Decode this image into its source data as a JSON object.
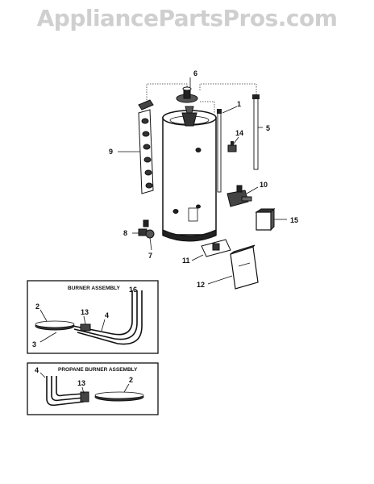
{
  "watermark": "AppliancePartsPros.com",
  "callouts": {
    "c1": "1",
    "c2": "2",
    "c3": "3",
    "c4": "4",
    "c5": "5",
    "c6": "6",
    "c7": "7",
    "c8": "8",
    "c9": "9",
    "c10": "10",
    "c11": "11",
    "c12": "12",
    "c14": "14",
    "c15": "15"
  },
  "burner_assembly": {
    "title": "BURNER ASSEMBLY",
    "labels": {
      "l2": "2",
      "l3": "3",
      "l4": "4",
      "l13": "13",
      "l16": "16"
    }
  },
  "propane_burner_assembly": {
    "title": "PROPANE BURNER ASSEMBLY",
    "labels": {
      "l4": "4",
      "l13": "13",
      "l2": "2"
    }
  }
}
